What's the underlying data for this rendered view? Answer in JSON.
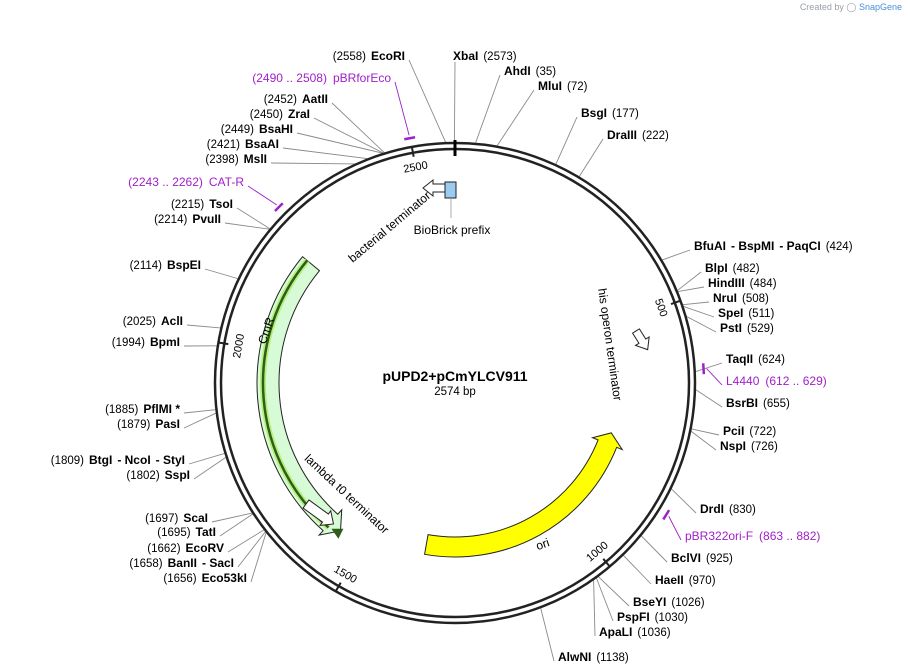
{
  "credit": {
    "prefix": "Created by",
    "brand": "SnapGene"
  },
  "plasmid": {
    "name": "pUPD2+pCmYLCV911",
    "size_label": "2574 bp",
    "length": 2574
  },
  "tick_labels": [
    {
      "text": "500",
      "pos": 500
    },
    {
      "text": "1000",
      "pos": 1000
    },
    {
      "text": "1500",
      "pos": 1500
    },
    {
      "text": "2000",
      "pos": 2000
    },
    {
      "text": "2500",
      "pos": 2500
    }
  ],
  "sites": [
    {
      "id": "ecori",
      "pos": 2558,
      "parts": [
        {
          "pos": "(2558)"
        },
        {
          "name": "EcoRI"
        }
      ]
    },
    {
      "id": "xbai",
      "pos": 2573,
      "parts": [
        {
          "name": "XbaI"
        },
        {
          "pos": "(2573)"
        }
      ]
    },
    {
      "id": "ahdi",
      "pos": 35,
      "parts": [
        {
          "name": "AhdI"
        },
        {
          "pos": "(35)"
        }
      ]
    },
    {
      "id": "mlui",
      "pos": 72,
      "parts": [
        {
          "name": "MluI"
        },
        {
          "pos": "(72)"
        }
      ]
    },
    {
      "id": "bsgi",
      "pos": 177,
      "parts": [
        {
          "name": "BsgI"
        },
        {
          "pos": "(177)"
        }
      ]
    },
    {
      "id": "draiii",
      "pos": 222,
      "parts": [
        {
          "name": "DraIII"
        },
        {
          "pos": "(222)"
        }
      ]
    },
    {
      "id": "bfuai",
      "pos": 424,
      "parts": [
        {
          "name": "BfuAI"
        },
        {
          "name": "- BspMI"
        },
        {
          "name": "- PaqCI"
        },
        {
          "pos": "(424)"
        }
      ]
    },
    {
      "id": "blpi",
      "pos": 482,
      "parts": [
        {
          "name": "BlpI"
        },
        {
          "pos": "(482)"
        }
      ]
    },
    {
      "id": "hindiii",
      "pos": 484,
      "parts": [
        {
          "name": "HindIII"
        },
        {
          "pos": "(484)"
        }
      ]
    },
    {
      "id": "nrui",
      "pos": 508,
      "parts": [
        {
          "name": "NruI"
        },
        {
          "pos": "(508)"
        }
      ]
    },
    {
      "id": "spei",
      "pos": 511,
      "parts": [
        {
          "name": "SpeI"
        },
        {
          "pos": "(511)"
        }
      ]
    },
    {
      "id": "psti",
      "pos": 529,
      "parts": [
        {
          "name": "PstI"
        },
        {
          "pos": "(529)"
        }
      ]
    },
    {
      "id": "taqii",
      "pos": 624,
      "parts": [
        {
          "name": "TaqII"
        },
        {
          "pos": "(624)"
        }
      ]
    },
    {
      "id": "bsrbi",
      "pos": 655,
      "parts": [
        {
          "name": "BsrBI"
        },
        {
          "pos": "(655)"
        }
      ]
    },
    {
      "id": "pcii",
      "pos": 722,
      "parts": [
        {
          "name": "PciI"
        },
        {
          "pos": "(722)"
        }
      ]
    },
    {
      "id": "nspi",
      "pos": 726,
      "parts": [
        {
          "name": "NspI"
        },
        {
          "pos": "(726)"
        }
      ]
    },
    {
      "id": "drdi",
      "pos": 830,
      "parts": [
        {
          "name": "DrdI"
        },
        {
          "pos": "(830)"
        }
      ]
    },
    {
      "id": "bclvi",
      "pos": 925,
      "parts": [
        {
          "name": "BclVI"
        },
        {
          "pos": "(925)"
        }
      ]
    },
    {
      "id": "haeii",
      "pos": 970,
      "parts": [
        {
          "name": "HaeII"
        },
        {
          "pos": "(970)"
        }
      ]
    },
    {
      "id": "bseyi",
      "pos": 1026,
      "parts": [
        {
          "name": "BseYI"
        },
        {
          "pos": "(1026)"
        }
      ]
    },
    {
      "id": "pspfi",
      "pos": 1030,
      "parts": [
        {
          "name": "PspFI"
        },
        {
          "pos": "(1030)"
        }
      ]
    },
    {
      "id": "apali",
      "pos": 1036,
      "parts": [
        {
          "name": "ApaLI"
        },
        {
          "pos": "(1036)"
        }
      ]
    },
    {
      "id": "alwni",
      "pos": 1138,
      "parts": [
        {
          "name": "AlwNI"
        },
        {
          "pos": "(1138)"
        }
      ]
    },
    {
      "id": "eco53ki",
      "pos": 1656,
      "parts": [
        {
          "pos": "(1656)"
        },
        {
          "name": "Eco53kI"
        }
      ]
    },
    {
      "id": "banii",
      "pos": 1658,
      "parts": [
        {
          "pos": "(1658)"
        },
        {
          "name": "BanII"
        },
        {
          "name": "- SacI"
        }
      ]
    },
    {
      "id": "ecorv",
      "pos": 1662,
      "parts": [
        {
          "pos": "(1662)"
        },
        {
          "name": "EcoRV"
        }
      ]
    },
    {
      "id": "tati",
      "pos": 1695,
      "parts": [
        {
          "pos": "(1695)"
        },
        {
          "name": "TatI"
        }
      ]
    },
    {
      "id": "scai",
      "pos": 1697,
      "parts": [
        {
          "pos": "(1697)"
        },
        {
          "name": "ScaI"
        }
      ]
    },
    {
      "id": "sspi",
      "pos": 1802,
      "parts": [
        {
          "pos": "(1802)"
        },
        {
          "name": "SspI"
        }
      ]
    },
    {
      "id": "btgi",
      "pos": 1809,
      "parts": [
        {
          "pos": "(1809)"
        },
        {
          "name": "BtgI"
        },
        {
          "name": "- NcoI"
        },
        {
          "name": "- StyI"
        }
      ]
    },
    {
      "id": "pasi",
      "pos": 1879,
      "parts": [
        {
          "pos": "(1879)"
        },
        {
          "name": "PasI"
        }
      ]
    },
    {
      "id": "pflmi",
      "pos": 1885,
      "parts": [
        {
          "pos": "(1885)"
        },
        {
          "name": "PflMI *"
        }
      ]
    },
    {
      "id": "bpmi",
      "pos": 1994,
      "parts": [
        {
          "pos": "(1994)"
        },
        {
          "name": "BpmI"
        }
      ]
    },
    {
      "id": "acli",
      "pos": 2025,
      "parts": [
        {
          "pos": "(2025)"
        },
        {
          "name": "AclI"
        }
      ]
    },
    {
      "id": "bspei",
      "pos": 2114,
      "parts": [
        {
          "pos": "(2114)"
        },
        {
          "name": "BspEI"
        }
      ]
    },
    {
      "id": "pvuii",
      "pos": 2214,
      "parts": [
        {
          "pos": "(2214)"
        },
        {
          "name": "PvuII"
        }
      ]
    },
    {
      "id": "tsoi",
      "pos": 2215,
      "parts": [
        {
          "pos": "(2215)"
        },
        {
          "name": "TsoI"
        }
      ]
    },
    {
      "id": "msli",
      "pos": 2398,
      "parts": [
        {
          "pos": "(2398)"
        },
        {
          "name": "MslI"
        }
      ]
    },
    {
      "id": "bsaai",
      "pos": 2421,
      "parts": [
        {
          "pos": "(2421)"
        },
        {
          "name": "BsaAI"
        }
      ]
    },
    {
      "id": "bsahi",
      "pos": 2449,
      "parts": [
        {
          "pos": "(2449)"
        },
        {
          "name": "BsaHI"
        }
      ]
    },
    {
      "id": "zrai",
      "pos": 2450,
      "parts": [
        {
          "pos": "(2450)"
        },
        {
          "name": "ZraI"
        }
      ]
    },
    {
      "id": "aatii",
      "pos": 2452,
      "parts": [
        {
          "pos": "(2452)"
        },
        {
          "name": "AatII"
        }
      ]
    }
  ],
  "primers": [
    {
      "id": "pbrforeco",
      "name": "pBRforEco",
      "range": "(2490 .. 2508)",
      "pos": 2499
    },
    {
      "id": "cat-r",
      "name": "CAT-R",
      "range": "(2243 .. 2262)",
      "pos": 2252
    },
    {
      "id": "l4440",
      "name": "L4440",
      "range": "(612 .. 629)",
      "pos": 620
    },
    {
      "id": "pbr322ori-f",
      "name": "pBR322ori-F",
      "range": "(863 .. 882)",
      "pos": 872
    }
  ],
  "features": [
    {
      "id": "cmr",
      "label": "CmR",
      "start": 2214,
      "end": 1557,
      "color": "#c8f7c8"
    },
    {
      "id": "ori",
      "label": "ori",
      "start": 1359,
      "end": 770,
      "color": "#ffff00"
    },
    {
      "id": "biobrick-prefix",
      "label": "BioBrick prefix",
      "start": 2548,
      "end": 2568,
      "color": "#9ccbf0"
    },
    {
      "id": "bacterial-terminator",
      "label": "bacterial terminator",
      "start": 2542,
      "end": 2510,
      "color": "#ffffff"
    },
    {
      "id": "his-operon-terminator",
      "label": "his operon terminator",
      "start": 640,
      "end": 674,
      "color": "#ffffff"
    },
    {
      "id": "lambda-t0-terminator",
      "label": "lambda t0 terminator",
      "start": 1590,
      "end": 1550,
      "color": "#ffffff"
    }
  ]
}
